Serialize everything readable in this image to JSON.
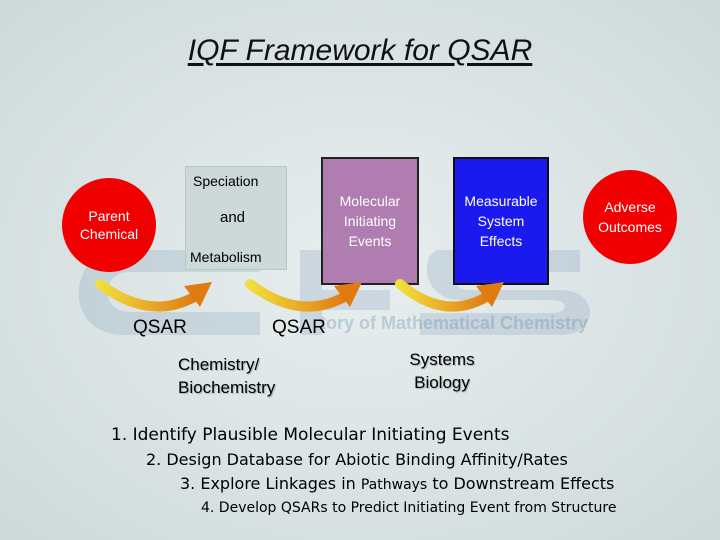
{
  "title": "IQF Framework for QSAR",
  "watermark": {
    "text": "tory of Mathematical Chemistry"
  },
  "nodes": {
    "parent_chemical": "Parent\nChemical",
    "speciation": "Speciation",
    "and": "and",
    "metabolism": "Metabolism",
    "molecular_initiating_events": "Molecular\nInitiating\nEvents",
    "measurable_system_effects": "Measurable\nSystem\nEffects",
    "adverse_outcomes": "Adverse\nOutcomes"
  },
  "labels": {
    "qsar_left": "QSAR",
    "qsar_right": "QSAR",
    "chemistry": "Chemistry/\nBiochemistry",
    "systems_biology": "Systems\nBiology"
  },
  "steps": [
    "1. Identify Plausible Molecular Initiating Events",
    "2. Design Database for Abiotic Binding Affinity/Rates",
    "3. Explore Linkages in ",
    "Pathways",
    " to Downstream Effects",
    "4. Develop QSARs to Predict Initiating Event from Structure"
  ],
  "colors": {
    "red_circle": "#f00000",
    "purple_box": "#b07db0",
    "blue_box": "#1a1aee",
    "arrow_yellow": "#e8c92a",
    "arrow_orange": "#e07b12"
  }
}
